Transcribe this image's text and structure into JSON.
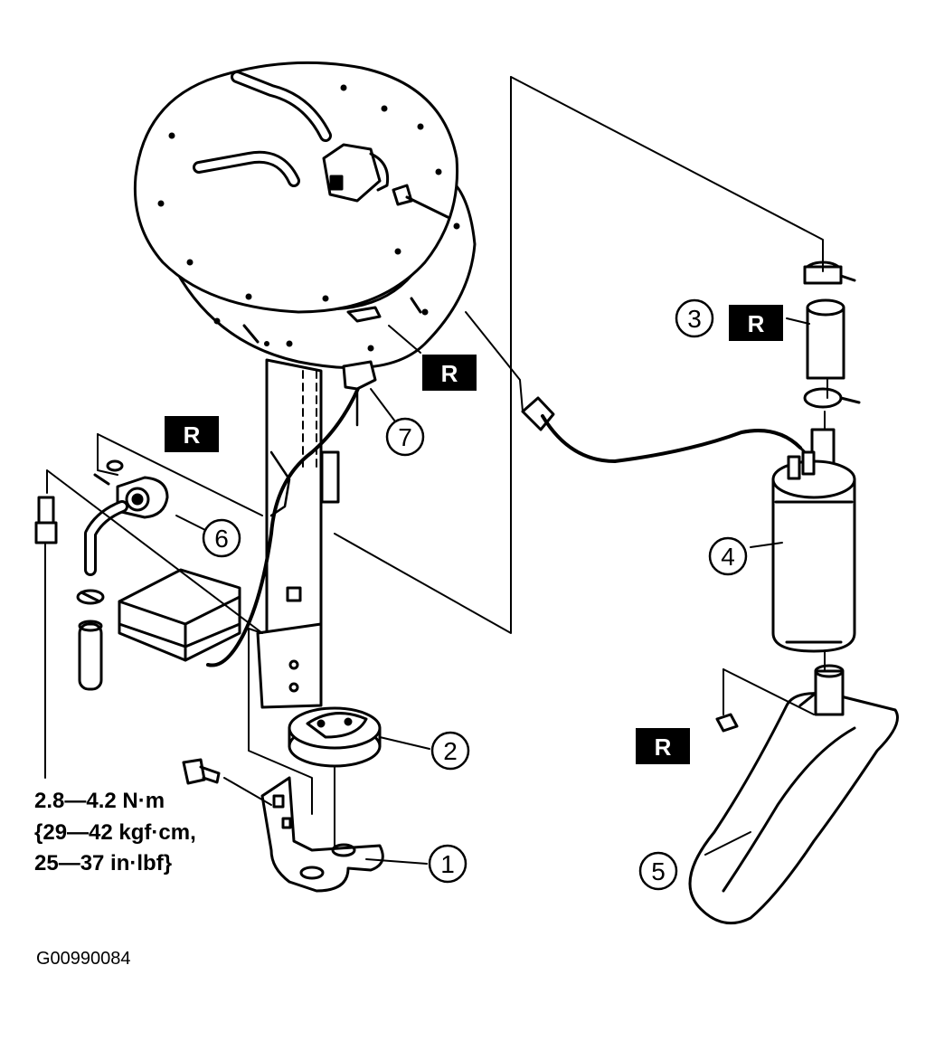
{
  "callouts": [
    {
      "id": "1",
      "label": "1"
    },
    {
      "id": "2",
      "label": "2"
    },
    {
      "id": "3",
      "label": "3"
    },
    {
      "id": "4",
      "label": "4"
    },
    {
      "id": "5",
      "label": "5"
    },
    {
      "id": "6",
      "label": "6"
    },
    {
      "id": "7",
      "label": "7"
    }
  ],
  "replace_marker": "R",
  "torque_spec": {
    "line1": "2.8—4.2 N·m",
    "line2": "{29—42 kgf·cm,",
    "line3": "25—37 in·lbf}"
  },
  "figure_code": "G00990084"
}
